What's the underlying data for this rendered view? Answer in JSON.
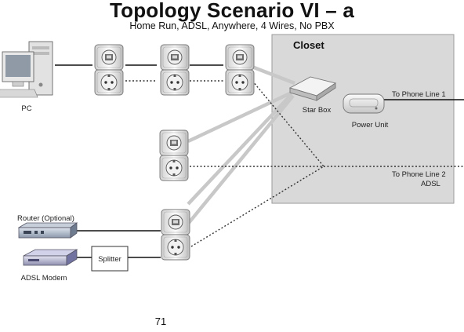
{
  "header": {
    "title": "Topology Scenario VI – a",
    "subtitle": "Home Run, ADSL, Anywhere, 4 Wires, No PBX"
  },
  "diagram": {
    "closet_label": "Closet",
    "pc_label": "PC",
    "star_box_label": "Star Box",
    "power_unit_label": "Power Unit",
    "phone_line_1_label": "To Phone Line 1",
    "phone_line_2_label": "To Phone Line 2",
    "adsl_label": "ADSL",
    "router_label": "Router (Optional)",
    "adsl_modem_label": "ADSL Modem",
    "splitter_label": "Splitter"
  },
  "footer": {
    "page_number": "71"
  },
  "colors": {
    "closet_fill": "#d9d9d9",
    "closet_border": "#9a9a9a",
    "home_run_line": "#c8c8c8",
    "wire": "#111111"
  }
}
